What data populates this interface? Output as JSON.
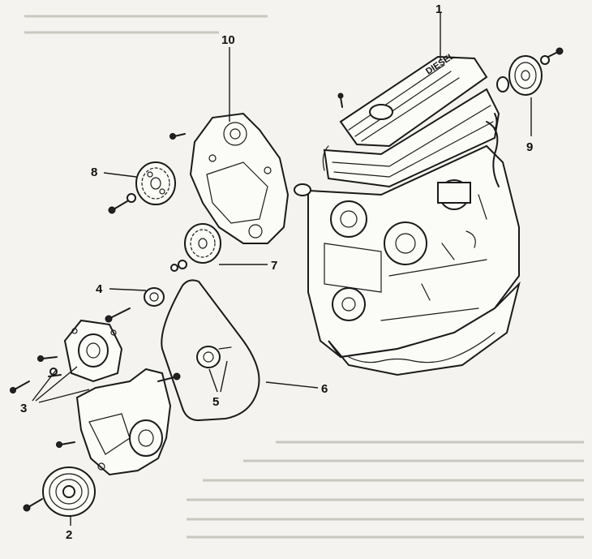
{
  "diagram": {
    "callouts": [
      {
        "id": "1",
        "label": "1"
      },
      {
        "id": "2",
        "label": "2"
      },
      {
        "id": "3",
        "label": "3"
      },
      {
        "id": "4",
        "label": "4"
      },
      {
        "id": "5",
        "label": "5"
      },
      {
        "id": "6",
        "label": "6"
      },
      {
        "id": "7",
        "label": "7"
      },
      {
        "id": "8",
        "label": "8"
      },
      {
        "id": "9",
        "label": "9"
      },
      {
        "id": "10",
        "label": "10"
      }
    ],
    "valve_cover_text": "DIESEL"
  }
}
